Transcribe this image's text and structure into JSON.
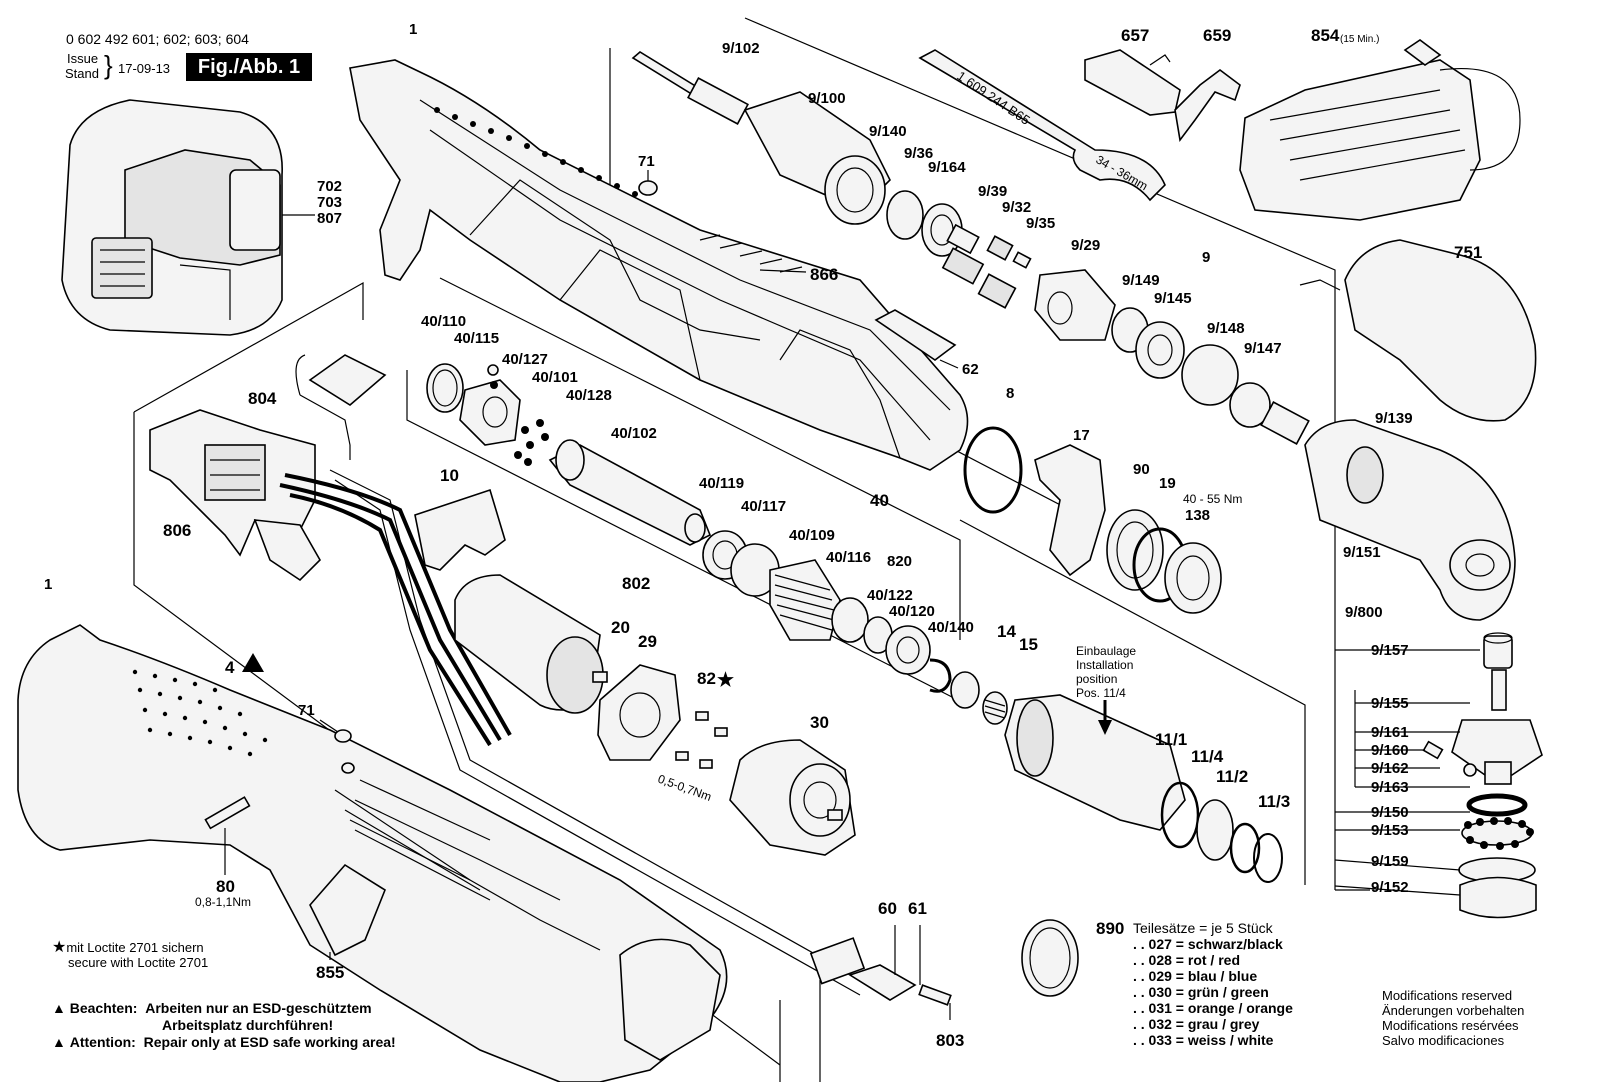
{
  "header": {
    "part_numbers": "0 602 492 601; 602; 603; 604",
    "issue_label": "Issue",
    "stand_label": "Stand",
    "date": "17-09-13",
    "figure_badge": "Fig./Abb. 1"
  },
  "labels": {
    "l1a": "1",
    "l1b": "1",
    "l702": "702",
    "l703": "703",
    "l807": "807",
    "l9_102": "9/102",
    "l9_100": "9/100",
    "l9_140": "9/140",
    "l9_36": "9/36",
    "l9_164": "9/164",
    "l9_39": "9/39",
    "l9_32": "9/32",
    "l9_35": "9/35",
    "l9_29": "9/29",
    "l9_149": "9/149",
    "l9_145": "9/145",
    "l9": "9",
    "l9_148": "9/148",
    "l9_147": "9/147",
    "l9_139": "9/139",
    "l9_151": "9/151",
    "l9_800": "9/800",
    "l9_157": "9/157",
    "l9_155": "9/155",
    "l9_161": "9/161",
    "l9_160": "9/160",
    "l9_162": "9/162",
    "l9_163": "9/163",
    "l9_150": "9/150",
    "l9_153": "9/153",
    "l9_159": "9/159",
    "l9_152": "9/152",
    "l657": "657",
    "l659": "659",
    "l854": "854",
    "l854_note": "(15 Min.)",
    "l751": "751",
    "l71a": "71",
    "l71b": "71",
    "l866": "866",
    "l62": "62",
    "l8": "8",
    "l17": "17",
    "l90": "90",
    "l19": "19",
    "l138": "138",
    "torque_19": "40 - 55 Nm",
    "l40_110": "40/110",
    "l40_115": "40/115",
    "l40_127": "40/127",
    "l40_101": "40/101",
    "l40_128": "40/128",
    "l40_102": "40/102",
    "l40_119": "40/119",
    "l40_117": "40/117",
    "l40_109": "40/109",
    "l40": "40",
    "l40_116": "40/116",
    "l820": "820",
    "l40_122": "40/122",
    "l40_120": "40/120",
    "l40_140": "40/140",
    "l804": "804",
    "l806": "806",
    "l4": "4",
    "l10": "10",
    "l802": "802",
    "l20": "20",
    "l29": "29",
    "l82": "82",
    "torque_82": "0,5-0,7Nm",
    "l30": "30",
    "l14": "14",
    "l15": "15",
    "l11_1": "11/1",
    "l11_4": "11/4",
    "l11_2": "11/2",
    "l11_3": "11/3",
    "l80": "80",
    "torque_80": "0,8-1,1Nm",
    "l855": "855",
    "l60": "60",
    "l61": "61",
    "l803": "803",
    "l890": "890",
    "wrench_text": "1 609 244 B65",
    "wrench_size": "34 - 36mm"
  },
  "installation_note": [
    "Einbaulage",
    "Installation",
    "position",
    "Pos. 11/4"
  ],
  "part_kits": {
    "title": "Teilesätze = je 5 Stück",
    "items": [
      ". . 027 = schwarz/black",
      ". . 028 = rot / red",
      ". . 029 = blau / blue",
      ". . 030 = grün / green",
      ". . 031 = orange / orange",
      ". . 032 = grau / grey",
      ". . 033 = weiss / white"
    ]
  },
  "loctite_note": [
    "mit Loctite 2701 sichern",
    "secure with Loctite 2701"
  ],
  "esd_note": {
    "beachten_label": "Beachten:",
    "beachten_text_1": "Arbeiten nur an ESD-geschütztem",
    "beachten_text_2": "Arbeitsplatz durchführen!",
    "attention_label": "Attention:",
    "attention_text": "Repair only at ESD safe working area!"
  },
  "modifications": [
    "Modifications reserved",
    "Änderungen vorbehalten",
    "Modifications resérvées",
    "Salvo modificaciones"
  ]
}
